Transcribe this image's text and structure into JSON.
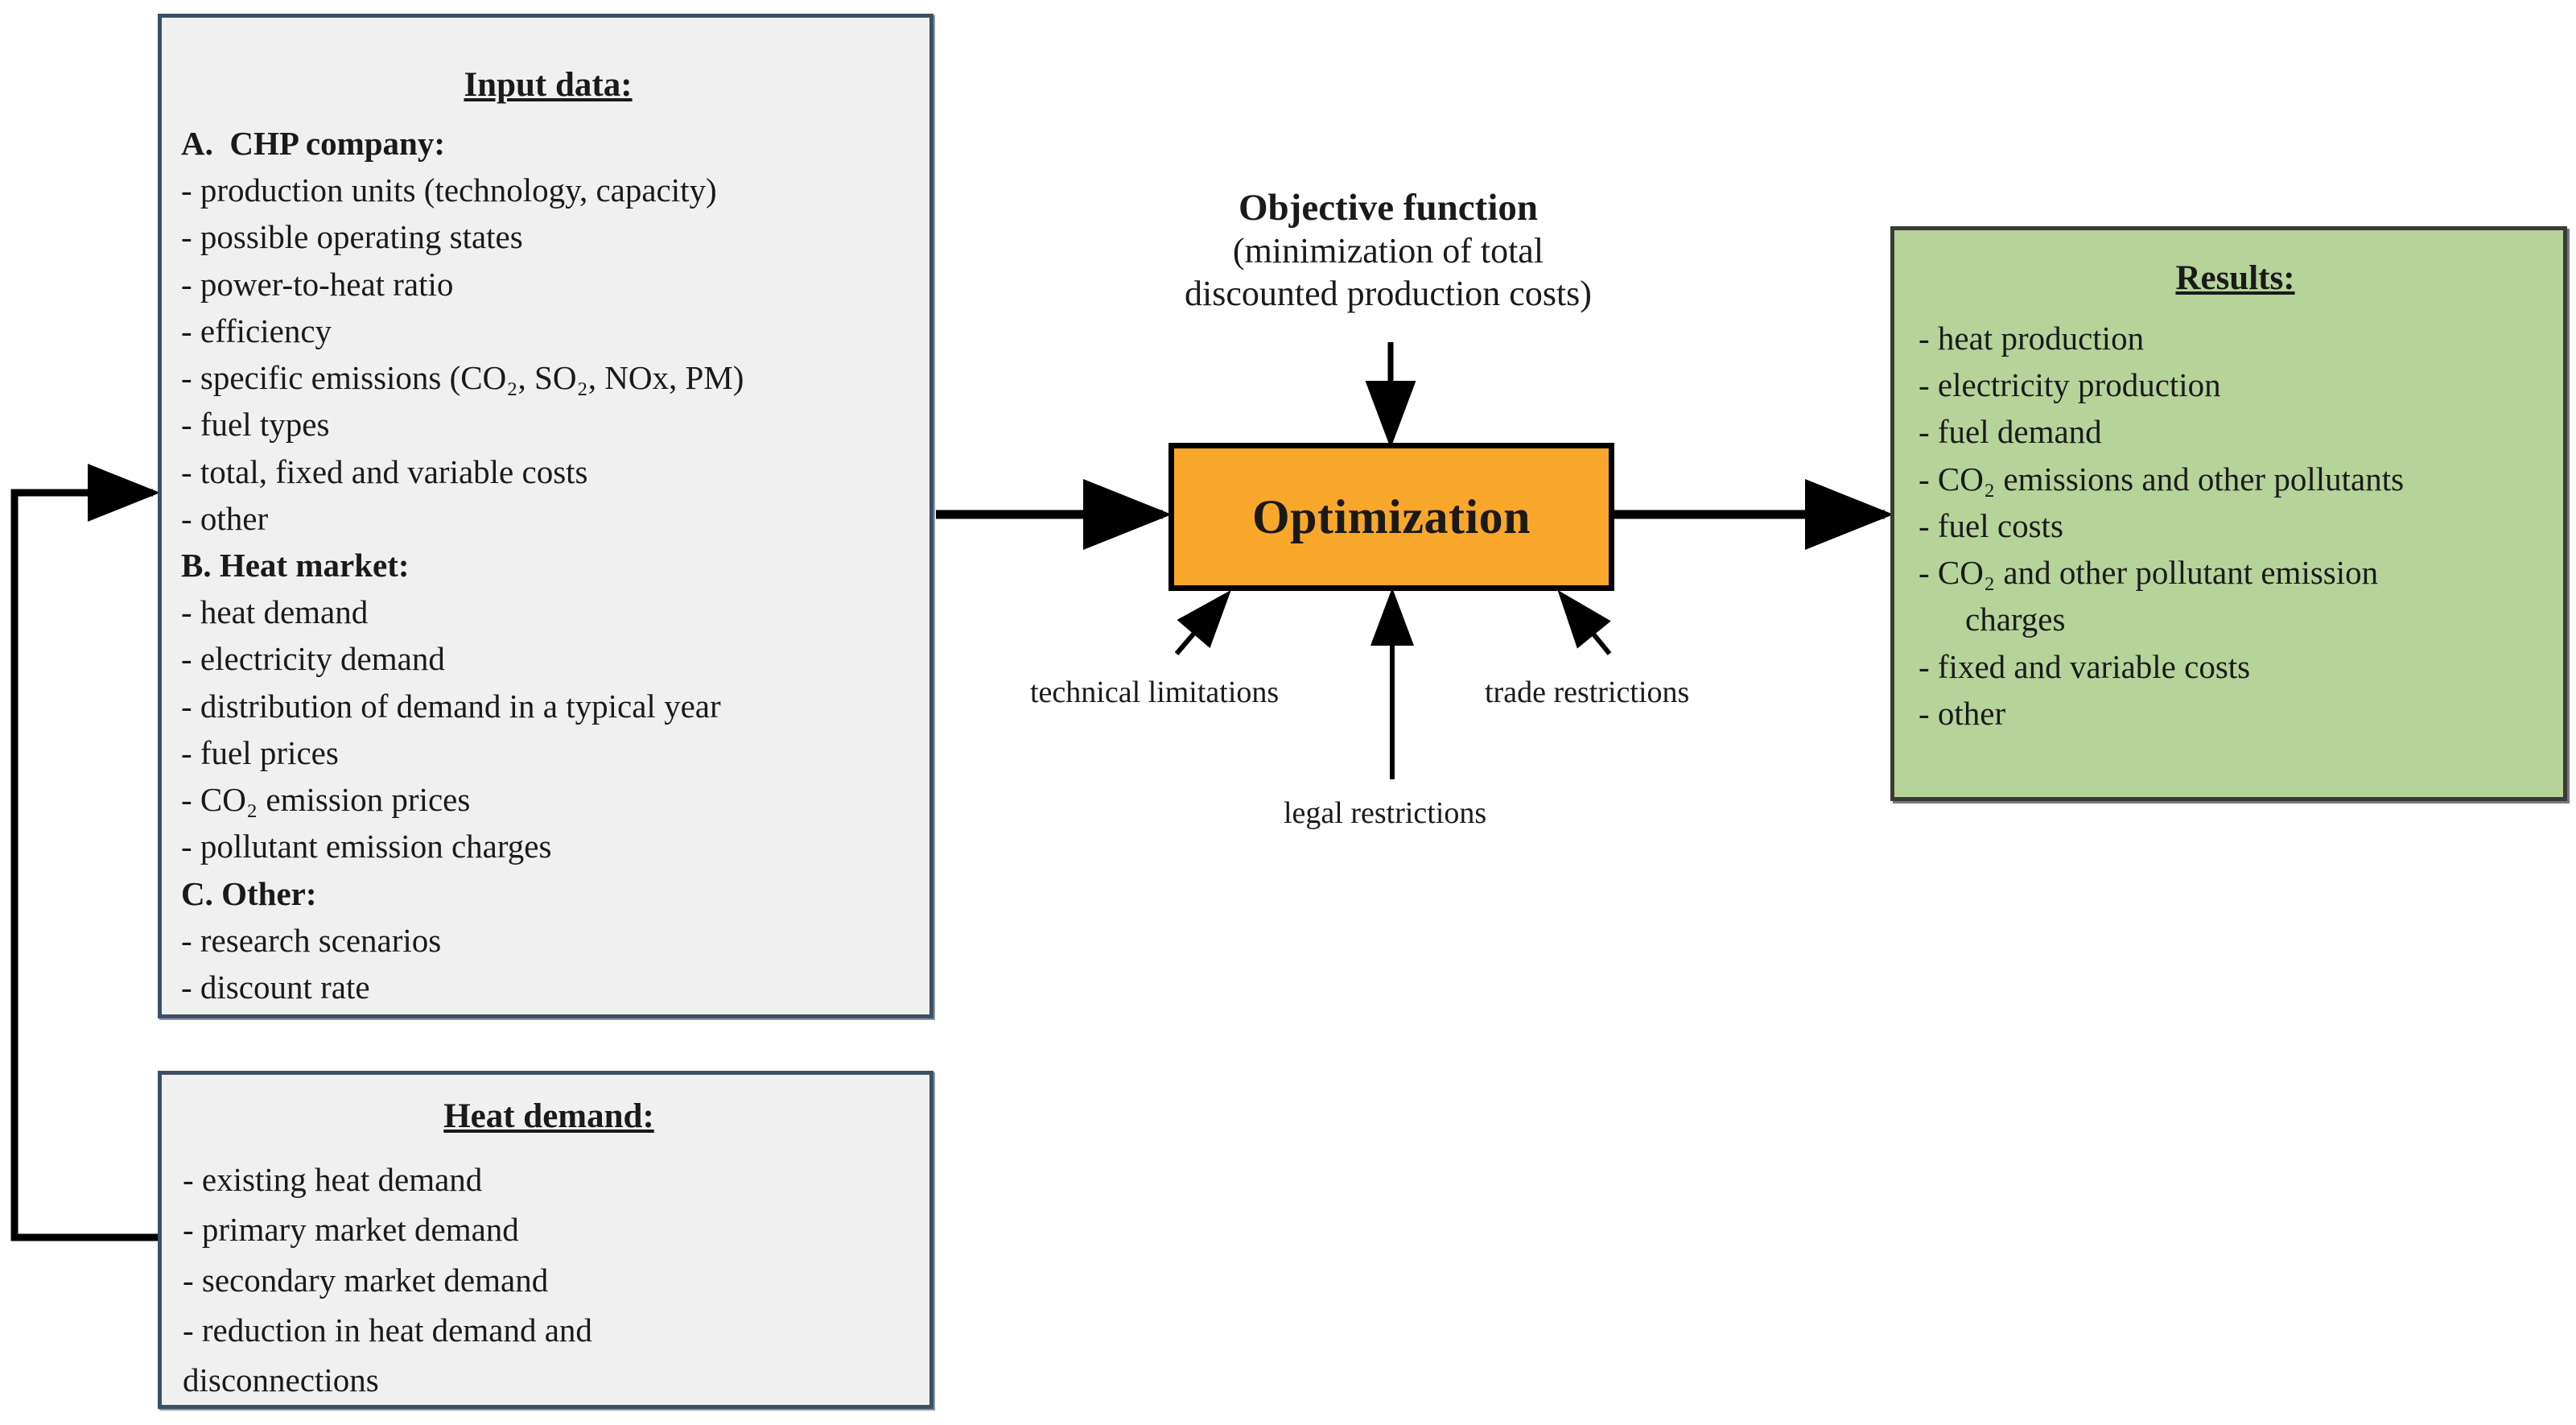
{
  "diagram": {
    "title_input": "Input data:",
    "title_heat": "Heat demand:",
    "title_results": "Results:",
    "optimization_label": "Optimization",
    "objective_title": "Objective function",
    "objective_line1": "(minimization of total",
    "objective_line2": "discounted production costs)"
  },
  "colors": {
    "input_fill": "#F0F0F0",
    "input_border": "#3C4F66",
    "results_fill": "#B6D39A",
    "results_border": "#3A3A38",
    "optimization_fill": "#F9A72B",
    "optimization_border": "#000000",
    "arrow": "#000000",
    "text": "#1a1a1a"
  },
  "input_data": {
    "items": [
      {
        "text": "A.  CHP company:",
        "bold": true
      },
      {
        "text": "- production units (technology, capacity)",
        "bold": false
      },
      {
        "text": "- possible operating states",
        "bold": false
      },
      {
        "text": "- power-to-heat ratio",
        "bold": false
      },
      {
        "text": "- efficiency",
        "bold": false
      },
      {
        "text": "- specific emissions (CO₂, SO₂, NOx, PM)",
        "bold": false
      },
      {
        "text": "- fuel types",
        "bold": false
      },
      {
        "text": "- total, fixed and variable costs",
        "bold": false
      },
      {
        "text": "- other",
        "bold": false
      },
      {
        "text": "B. Heat market:",
        "bold": true
      },
      {
        "text": "- heat demand",
        "bold": false
      },
      {
        "text": "- electricity demand",
        "bold": false
      },
      {
        "text": "- distribution of demand in a typical year",
        "bold": false
      },
      {
        "text": "- fuel prices",
        "bold": false
      },
      {
        "text": "- CO₂ emission prices",
        "bold": false
      },
      {
        "text": "- pollutant emission charges",
        "bold": false
      },
      {
        "text": "C. Other:",
        "bold": true
      },
      {
        "text": "- research scenarios",
        "bold": false
      },
      {
        "text": "- discount rate",
        "bold": false
      }
    ]
  },
  "heat_demand": {
    "items": [
      {
        "text": "- existing heat demand"
      },
      {
        "text": "- primary market demand"
      },
      {
        "text": "- secondary market demand"
      },
      {
        "text": "- reduction in heat demand and"
      },
      {
        "text": "disconnections"
      }
    ]
  },
  "results": {
    "items": [
      {
        "text": "- heat production",
        "indent": false
      },
      {
        "text": "- electricity production",
        "indent": false
      },
      {
        "text": "- fuel demand",
        "indent": false
      },
      {
        "text": "- CO₂ emissions and other pollutants",
        "indent": false
      },
      {
        "text": "- fuel costs",
        "indent": false
      },
      {
        "text": "- CO₂ and other pollutant emission",
        "indent": false
      },
      {
        "text": "charges",
        "indent": true
      },
      {
        "text": "- fixed and variable costs",
        "indent": false
      },
      {
        "text": "- other",
        "indent": false
      }
    ]
  },
  "constraints": {
    "technical": "technical limitations",
    "legal": "legal restrictions",
    "trade": "trade restrictions"
  }
}
